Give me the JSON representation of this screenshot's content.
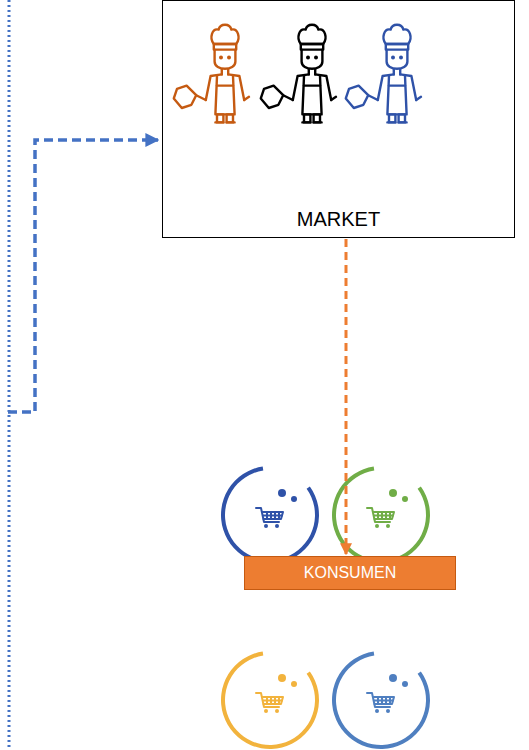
{
  "diagram": {
    "nodes": [
      {
        "text": [
          "MARKET"
        ]
      },
      {
        "text": [
          "KONSUMEN"
        ]
      }
    ],
    "edges": [
      {
        "from": 0,
        "to": 1,
        "arrow": "to"
      }
    ]
  }
}
